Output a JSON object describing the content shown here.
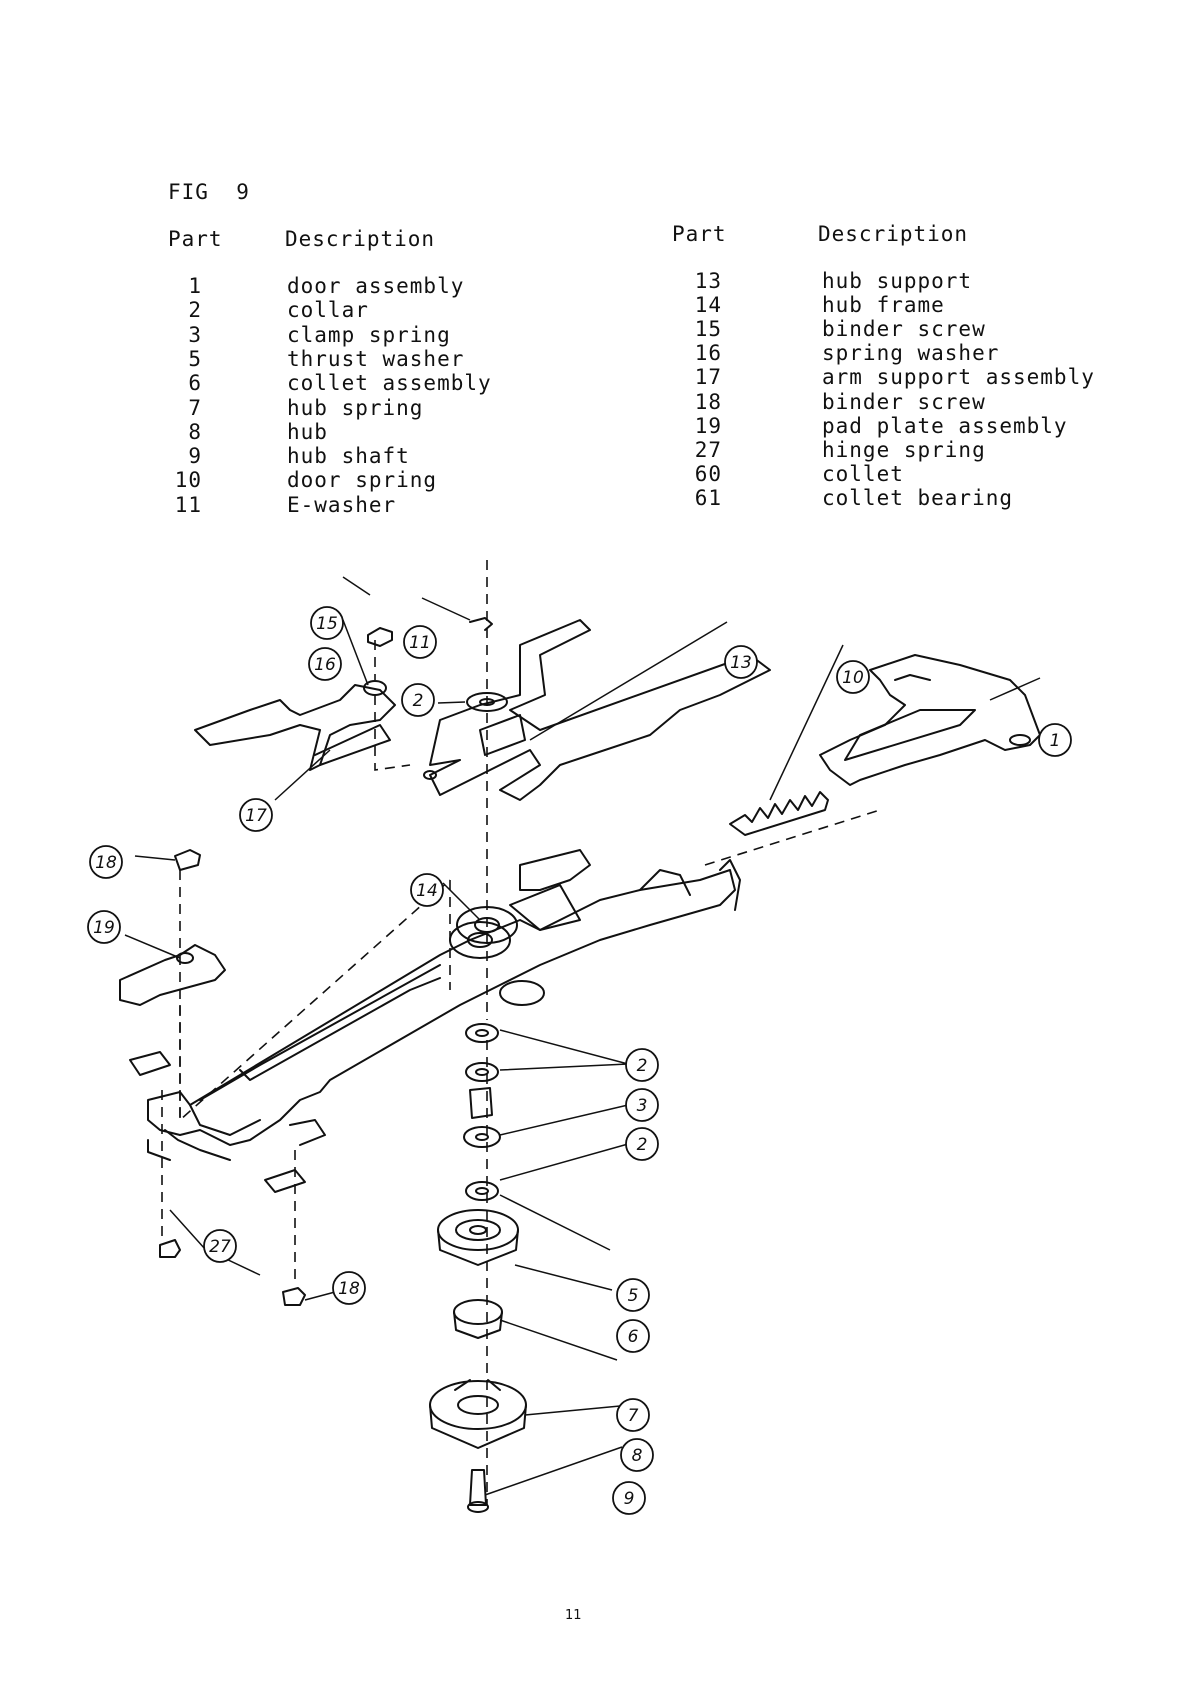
{
  "figure_title": "FIG  9",
  "table_left": {
    "col_part": "Part",
    "col_desc": "Description",
    "rows": [
      {
        "part": "1",
        "desc": "door assembly"
      },
      {
        "part": "2",
        "desc": "collar"
      },
      {
        "part": "3",
        "desc": "clamp spring"
      },
      {
        "part": "5",
        "desc": "thrust washer"
      },
      {
        "part": "6",
        "desc": "collet assembly"
      },
      {
        "part": "7",
        "desc": "hub spring"
      },
      {
        "part": "8",
        "desc": "hub"
      },
      {
        "part": "9",
        "desc": "hub shaft"
      },
      {
        "part": "10",
        "desc": "door spring"
      },
      {
        "part": "11",
        "desc": "E-washer"
      }
    ]
  },
  "table_right": {
    "col_part": "Part",
    "col_desc": "Description",
    "rows": [
      {
        "part": "13",
        "desc": "hub support"
      },
      {
        "part": "14",
        "desc": "hub frame"
      },
      {
        "part": "15",
        "desc": "binder screw"
      },
      {
        "part": "16",
        "desc": "spring washer"
      },
      {
        "part": "17",
        "desc": "arm support assembly"
      },
      {
        "part": "18",
        "desc": "binder screw"
      },
      {
        "part": "19",
        "desc": "pad plate assembly"
      },
      {
        "part": "27",
        "desc": "hinge spring"
      },
      {
        "part": "60",
        "desc": "collet"
      },
      {
        "part": "61",
        "desc": "collet bearing"
      }
    ]
  },
  "callouts": {
    "c15": "15",
    "c11": "11",
    "c16": "16",
    "c2a": "2",
    "c13": "13",
    "c10": "10",
    "c1": "1",
    "c17": "17",
    "c18a": "18",
    "c14": "14",
    "c19": "19",
    "c2b": "2",
    "c3": "3",
    "c2c": "2",
    "c27": "27",
    "c18b": "18",
    "c5": "5",
    "c6": "6",
    "c7": "7",
    "c8": "8",
    "c9": "9"
  },
  "page_number": "11"
}
